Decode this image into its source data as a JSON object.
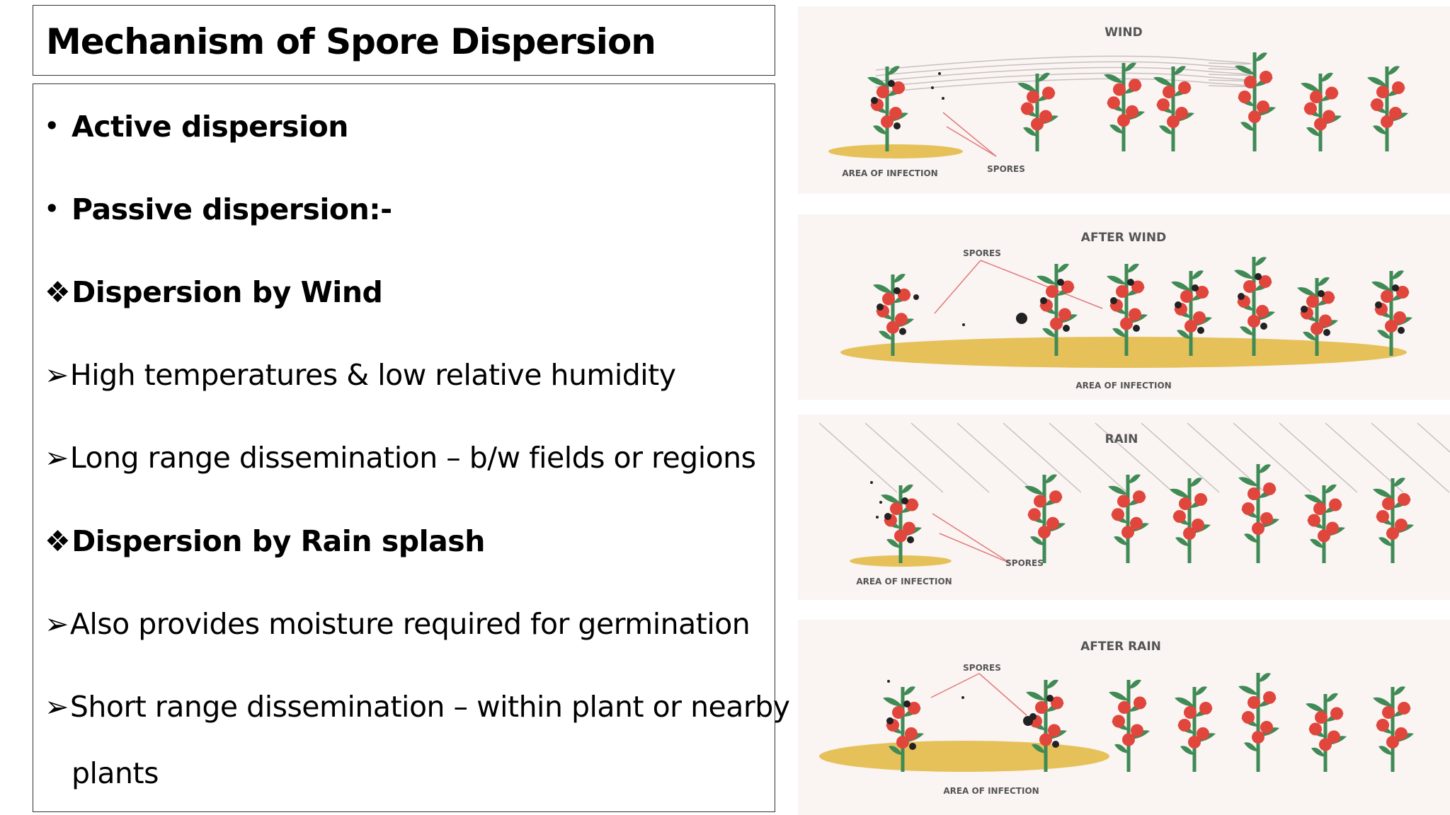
{
  "slide": {
    "title": "Mechanism of Spore Dispersion",
    "items": [
      {
        "marker": "•",
        "text": "Active dispersion"
      },
      {
        "marker": "•",
        "text": "Passive dispersion:-"
      },
      {
        "marker": "❖",
        "text": "Dispersion by Wind"
      },
      {
        "marker": "➢",
        "text": "High temperatures & low relative humidity"
      },
      {
        "marker": "➢",
        "text": "Long range dissemination – b/w fields or regions"
      },
      {
        "marker": "❖",
        "text": "Dispersion by Rain splash"
      },
      {
        "marker": "➢",
        "text": "Also provides moisture required for germination"
      },
      {
        "marker": "➢",
        "text": "Short range dissemination – within plant or nearby"
      },
      {
        "marker": "",
        "text": "plants"
      }
    ]
  },
  "illustrations": [
    {
      "heading": "WIND",
      "labels": [
        "AREA OF INFECTION",
        "SPORES"
      ]
    },
    {
      "heading": "AFTER WIND",
      "labels": [
        "SPORES",
        "AREA OF INFECTION"
      ]
    },
    {
      "heading": "RAIN",
      "labels": [
        "SPORES",
        "AREA OF INFECTION"
      ]
    },
    {
      "heading": "AFTER RAIN",
      "labels": [
        "SPORES",
        "AREA OF INFECTION"
      ]
    }
  ],
  "colors": {
    "panel_bg": "#faf4f2",
    "leaf": "#3f8a55",
    "tomato": "#e0463c",
    "infection_area": "#e6c15a",
    "spore_line": "#e07a7a"
  }
}
